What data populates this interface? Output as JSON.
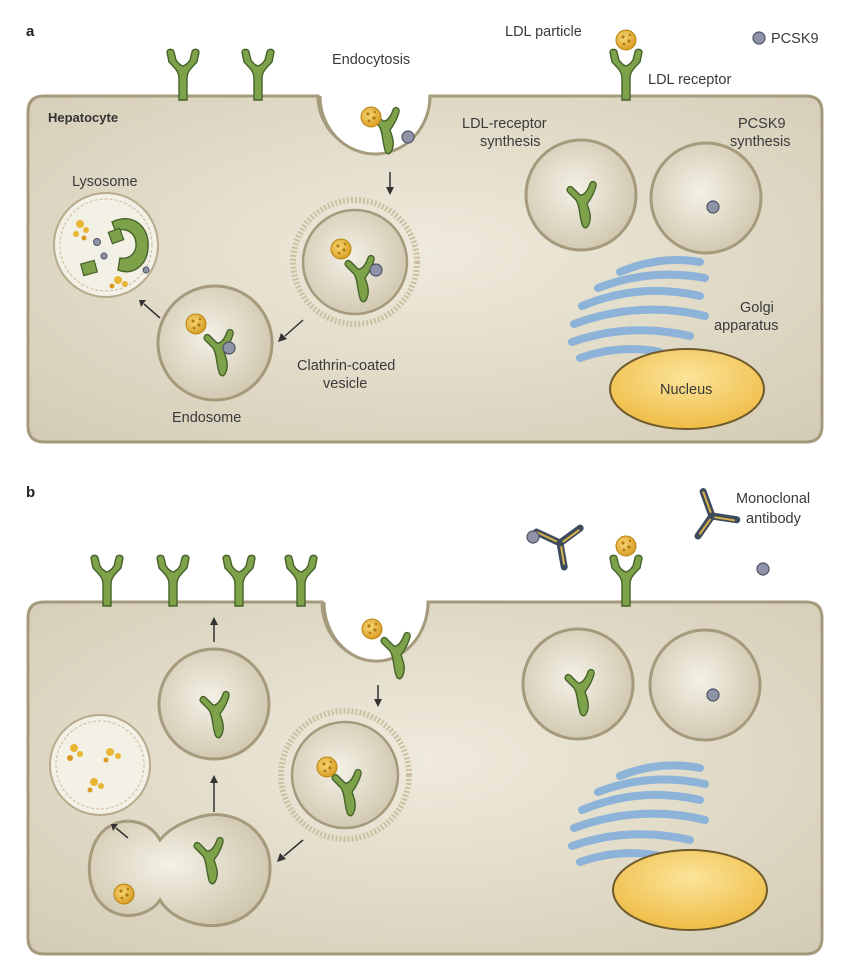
{
  "panels": {
    "a": {
      "label": "a",
      "labels": {
        "ldl_particle": "LDL particle",
        "pcsk9": "PCSK9",
        "ldl_receptor": "LDL receptor",
        "endocytosis": "Endocytosis",
        "hepatocyte": "Hepatocyte",
        "ldlr_synthesis_1": "LDL-receptor",
        "ldlr_synthesis_2": "synthesis",
        "pcsk9_synthesis_1": "PCSK9",
        "pcsk9_synthesis_2": "synthesis",
        "lysosome": "Lysosome",
        "golgi_1": "Golgi",
        "golgi_2": "apparatus",
        "nucleus": "Nucleus",
        "clathrin_1": "Clathrin-coated",
        "clathrin_2": "vesicle",
        "endosome": "Endosome"
      }
    },
    "b": {
      "label": "b",
      "labels": {
        "antibody_1": "Monoclonal",
        "antibody_2": "antibody"
      }
    }
  },
  "colors": {
    "cell_fill": "#d9d2bf",
    "cell_stroke": "#a59a7c",
    "receptor": "#7da24a",
    "receptor_stroke": "#46622a",
    "ldl": "#e8b634",
    "pcsk9": "#8f93a8",
    "golgi": "#8db3d9",
    "nucleus": "#f3c95c",
    "antibody": "#3d4b5c"
  }
}
